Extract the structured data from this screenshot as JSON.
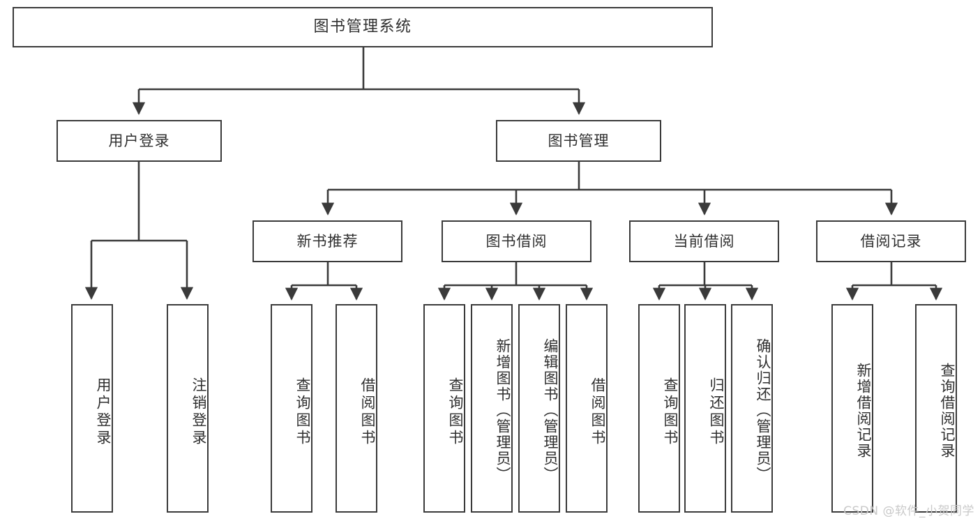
{
  "diagram": {
    "title": "图书管理系统",
    "type": "tree",
    "orientation": "top-down",
    "line_color": "#3a3a3a",
    "box_fill": "#ffffff",
    "text_color": "#2f2f2f",
    "root": {
      "id": "root",
      "label": "图书管理系统"
    },
    "level1": [
      {
        "id": "user-login",
        "label": "用户登录"
      },
      {
        "id": "book-manage",
        "label": "图书管理"
      }
    ],
    "level2": [
      {
        "id": "new-book-recommend",
        "label": "新书推荐",
        "parent": "book-manage"
      },
      {
        "id": "book-borrow",
        "label": "图书借阅",
        "parent": "book-manage"
      },
      {
        "id": "current-borrow",
        "label": "当前借阅",
        "parent": "book-manage"
      },
      {
        "id": "borrow-record",
        "label": "借阅记录",
        "parent": "book-manage"
      }
    ],
    "leaves": [
      {
        "id": "leaf-user-login",
        "label": "用户登录",
        "parent": "user-login"
      },
      {
        "id": "leaf-user-logout",
        "label": "注销登录",
        "parent": "user-login"
      },
      {
        "id": "leaf-query-book-1",
        "label": "查询图书",
        "parent": "new-book-recommend"
      },
      {
        "id": "leaf-borrow-book-1",
        "label": "借阅图书",
        "parent": "new-book-recommend"
      },
      {
        "id": "leaf-query-book-2",
        "label": "查询图书",
        "parent": "book-borrow"
      },
      {
        "id": "leaf-add-book",
        "label": "新增图书（管理员）",
        "parent": "book-borrow"
      },
      {
        "id": "leaf-edit-book",
        "label": "编辑图书（管理员）",
        "parent": "book-borrow"
      },
      {
        "id": "leaf-borrow-book-2",
        "label": "借阅图书",
        "parent": "book-borrow"
      },
      {
        "id": "leaf-query-book-3",
        "label": "查询图书",
        "parent": "current-borrow"
      },
      {
        "id": "leaf-return-book",
        "label": "归还图书",
        "parent": "current-borrow"
      },
      {
        "id": "leaf-confirm-return",
        "label": "确认归还（管理员）",
        "parent": "current-borrow"
      },
      {
        "id": "leaf-add-record",
        "label": "新增借阅记录",
        "parent": "borrow-record"
      },
      {
        "id": "leaf-query-record",
        "label": "查询借阅记录",
        "parent": "borrow-record"
      }
    ]
  },
  "watermark": {
    "text": "CSDN @软件_小贺同学"
  }
}
